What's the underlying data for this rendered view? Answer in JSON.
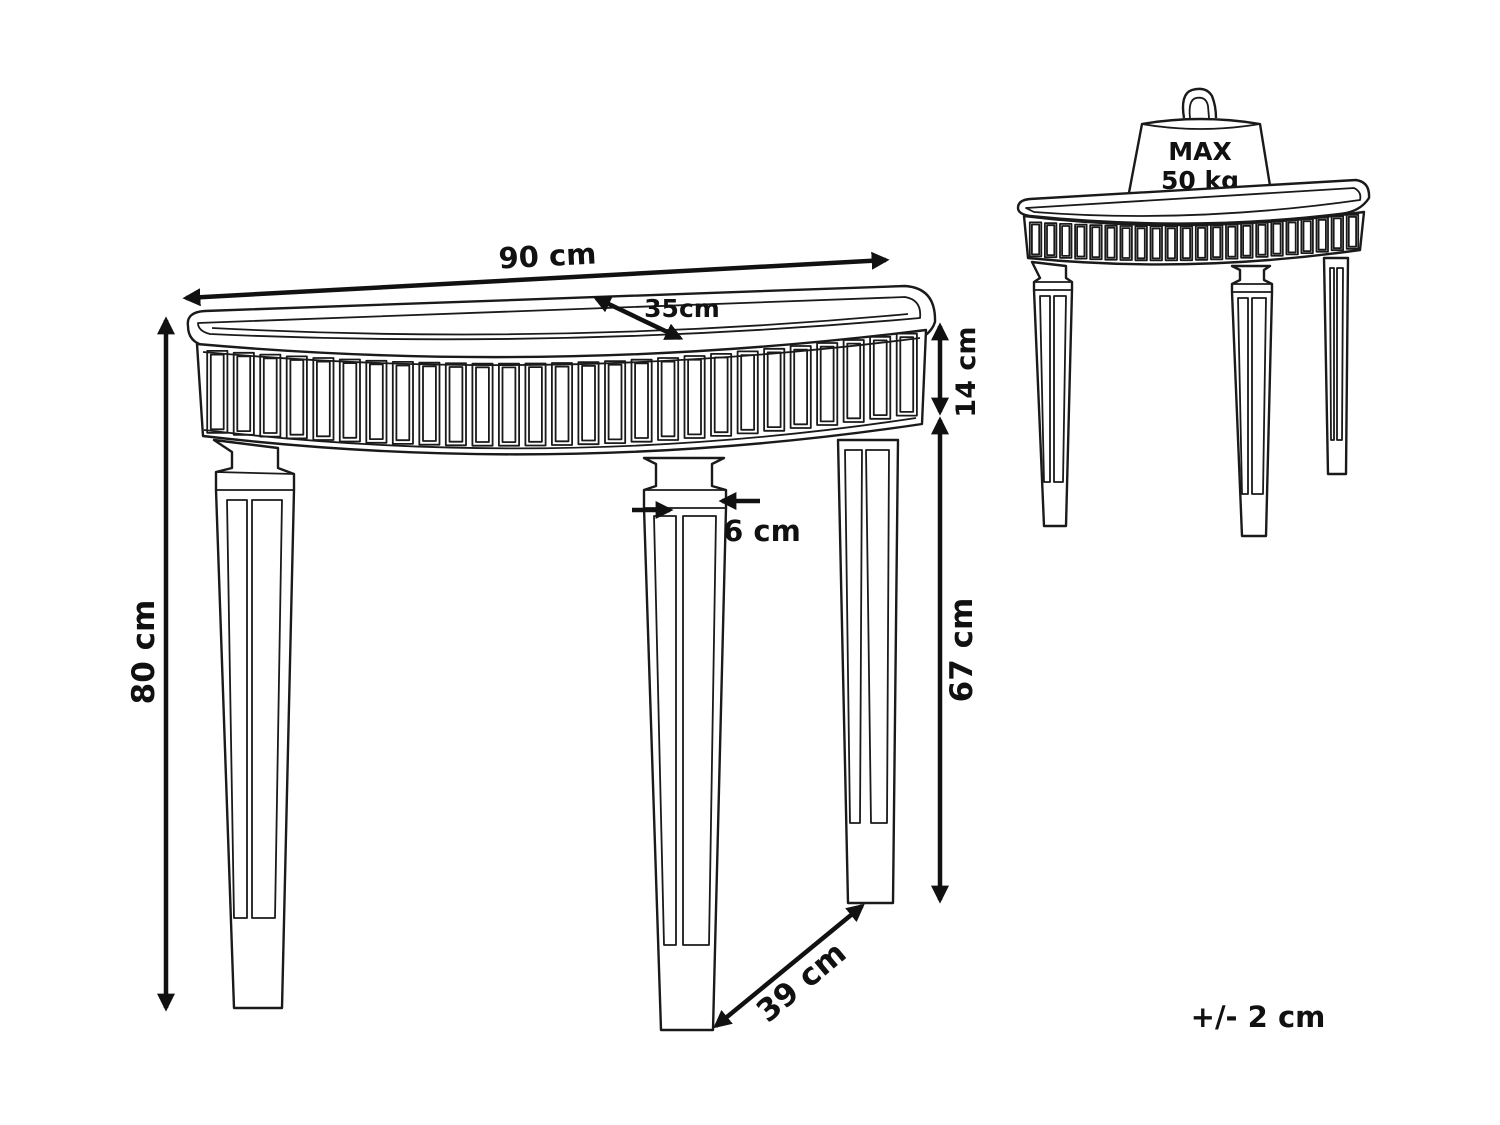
{
  "dimensions": {
    "width": "90 cm",
    "depth": "35cm",
    "apron_height": "14 cm",
    "total_height": "80 cm",
    "leg_clearance": "67 cm",
    "leg_width": "6 cm",
    "leg_spacing": "39 cm"
  },
  "load": {
    "line1": "MAX",
    "line2": "50 kg"
  },
  "tolerance": "+/- 2 cm"
}
